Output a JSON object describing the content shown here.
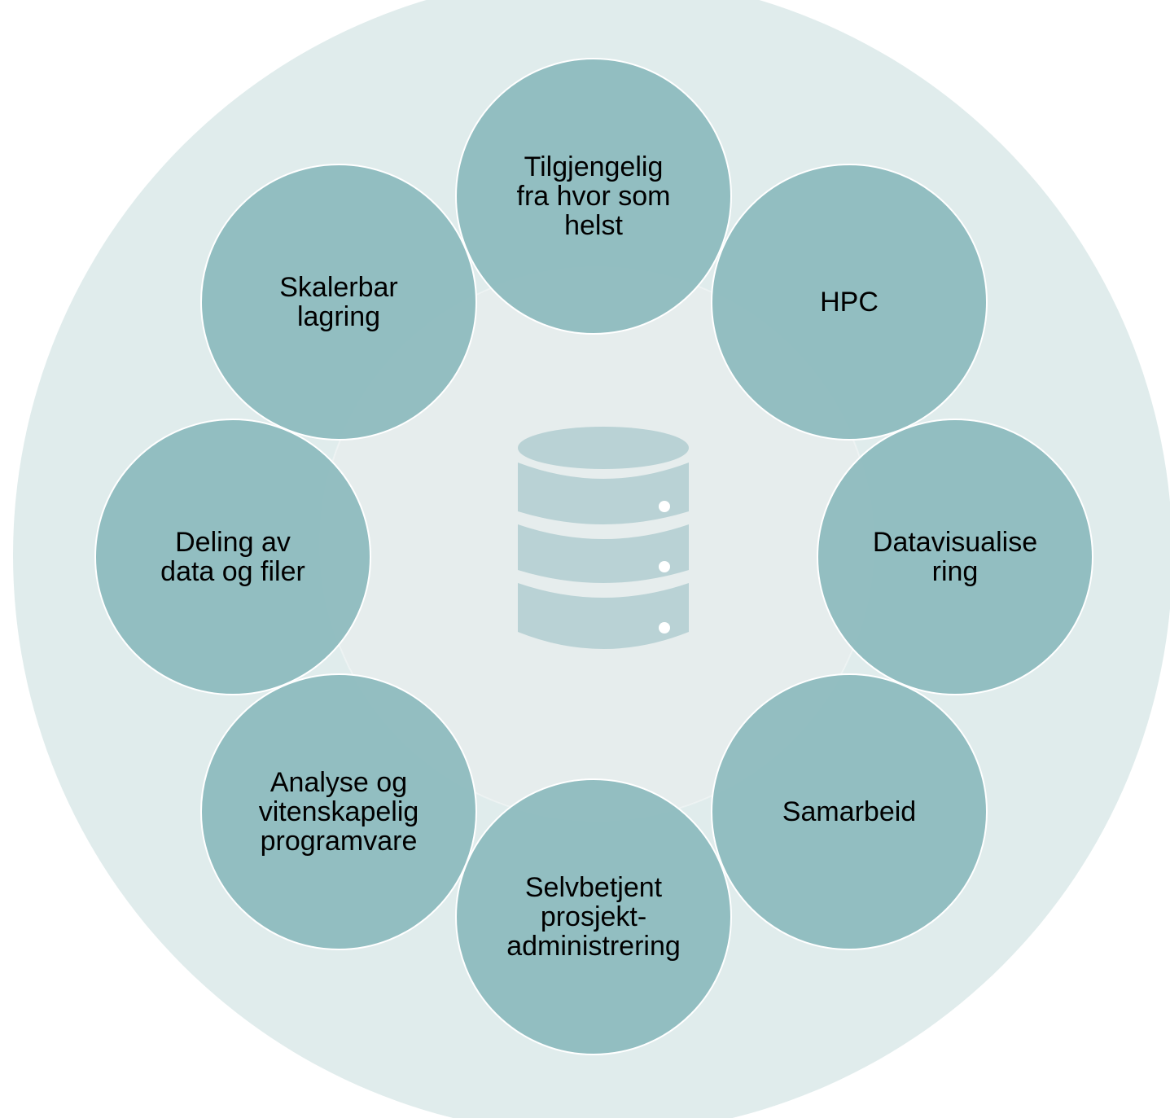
{
  "colors": {
    "outer_ring": "#e0ecec",
    "inner_disc": "#e6eded",
    "petal_fill": "#8fbcbf",
    "petal_border": "#ffffff",
    "database_fill": "#b9d2d5",
    "database_dots": "#ffffff"
  },
  "center": {
    "icon": "database-icon"
  },
  "petals": [
    {
      "id": "tilgjengelig",
      "label": "Tilgjengelig\nfra hvor som\nhelst"
    },
    {
      "id": "hpc",
      "label": "HPC"
    },
    {
      "id": "datavisualisering",
      "label": "Datavisualise\nring"
    },
    {
      "id": "samarbeid",
      "label": "Samarbeid"
    },
    {
      "id": "selvbetjent",
      "label": "Selvbetjent\nprosjekt-\nadministrering"
    },
    {
      "id": "analyse",
      "label": "Analyse og\nvitenskapelig\nprogramvare"
    },
    {
      "id": "deling",
      "label": "Deling av\ndata og filer"
    },
    {
      "id": "skalerbar",
      "label": "Skalerbar\nlagring"
    }
  ]
}
